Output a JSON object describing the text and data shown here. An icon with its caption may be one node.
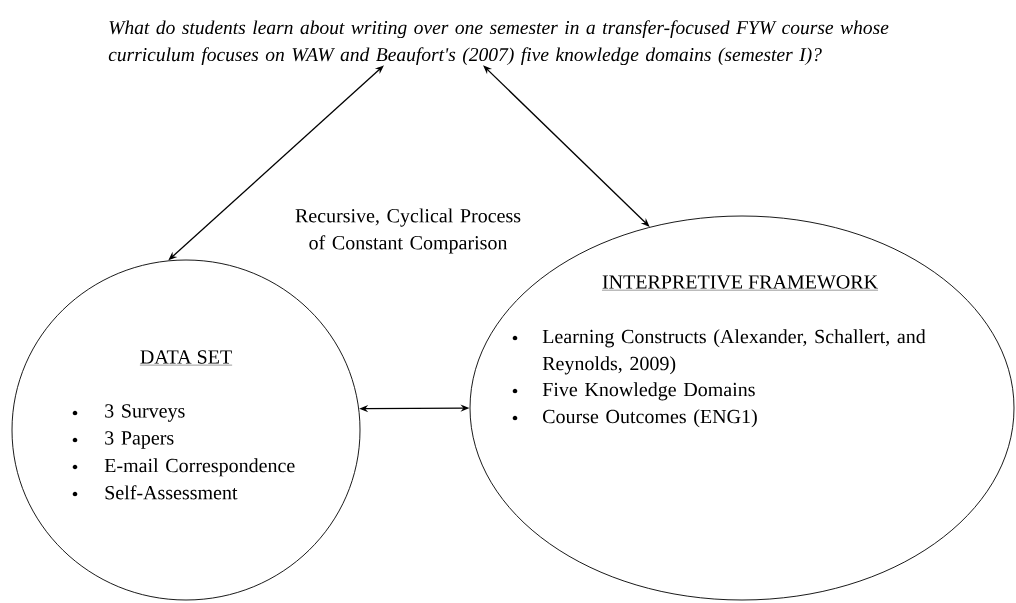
{
  "diagram": {
    "nodes": [
      {
        "text": [
          "What do students learn about writing over one semester in a transfer-focused FYW course whose curriculum focuses on WAW and Beaufort's (2007) five knowledge domains (semester I)?"
        ]
      },
      {
        "text": [
          "DATA SET",
          "3 Surveys",
          "3 Papers",
          "E-mail Correspondence",
          "Self-Assessment"
        ]
      },
      {
        "text": [
          "INTERPRETIVE FRAMEWORK",
          "Learning Constructs (Alexander, Schallert, and Reynolds, 2009)",
          "Five Knowledge Domains",
          "Course Outcomes (ENG1)"
        ]
      }
    ],
    "edges": [
      {
        "from": 0,
        "to": 1,
        "arrow": "both"
      },
      {
        "from": 0,
        "to": 2,
        "arrow": "both"
      },
      {
        "from": 1,
        "to": 2,
        "arrow": "both"
      }
    ],
    "labels": [
      "Recursive, Cyclical Process of Constant Comparison"
    ]
  }
}
